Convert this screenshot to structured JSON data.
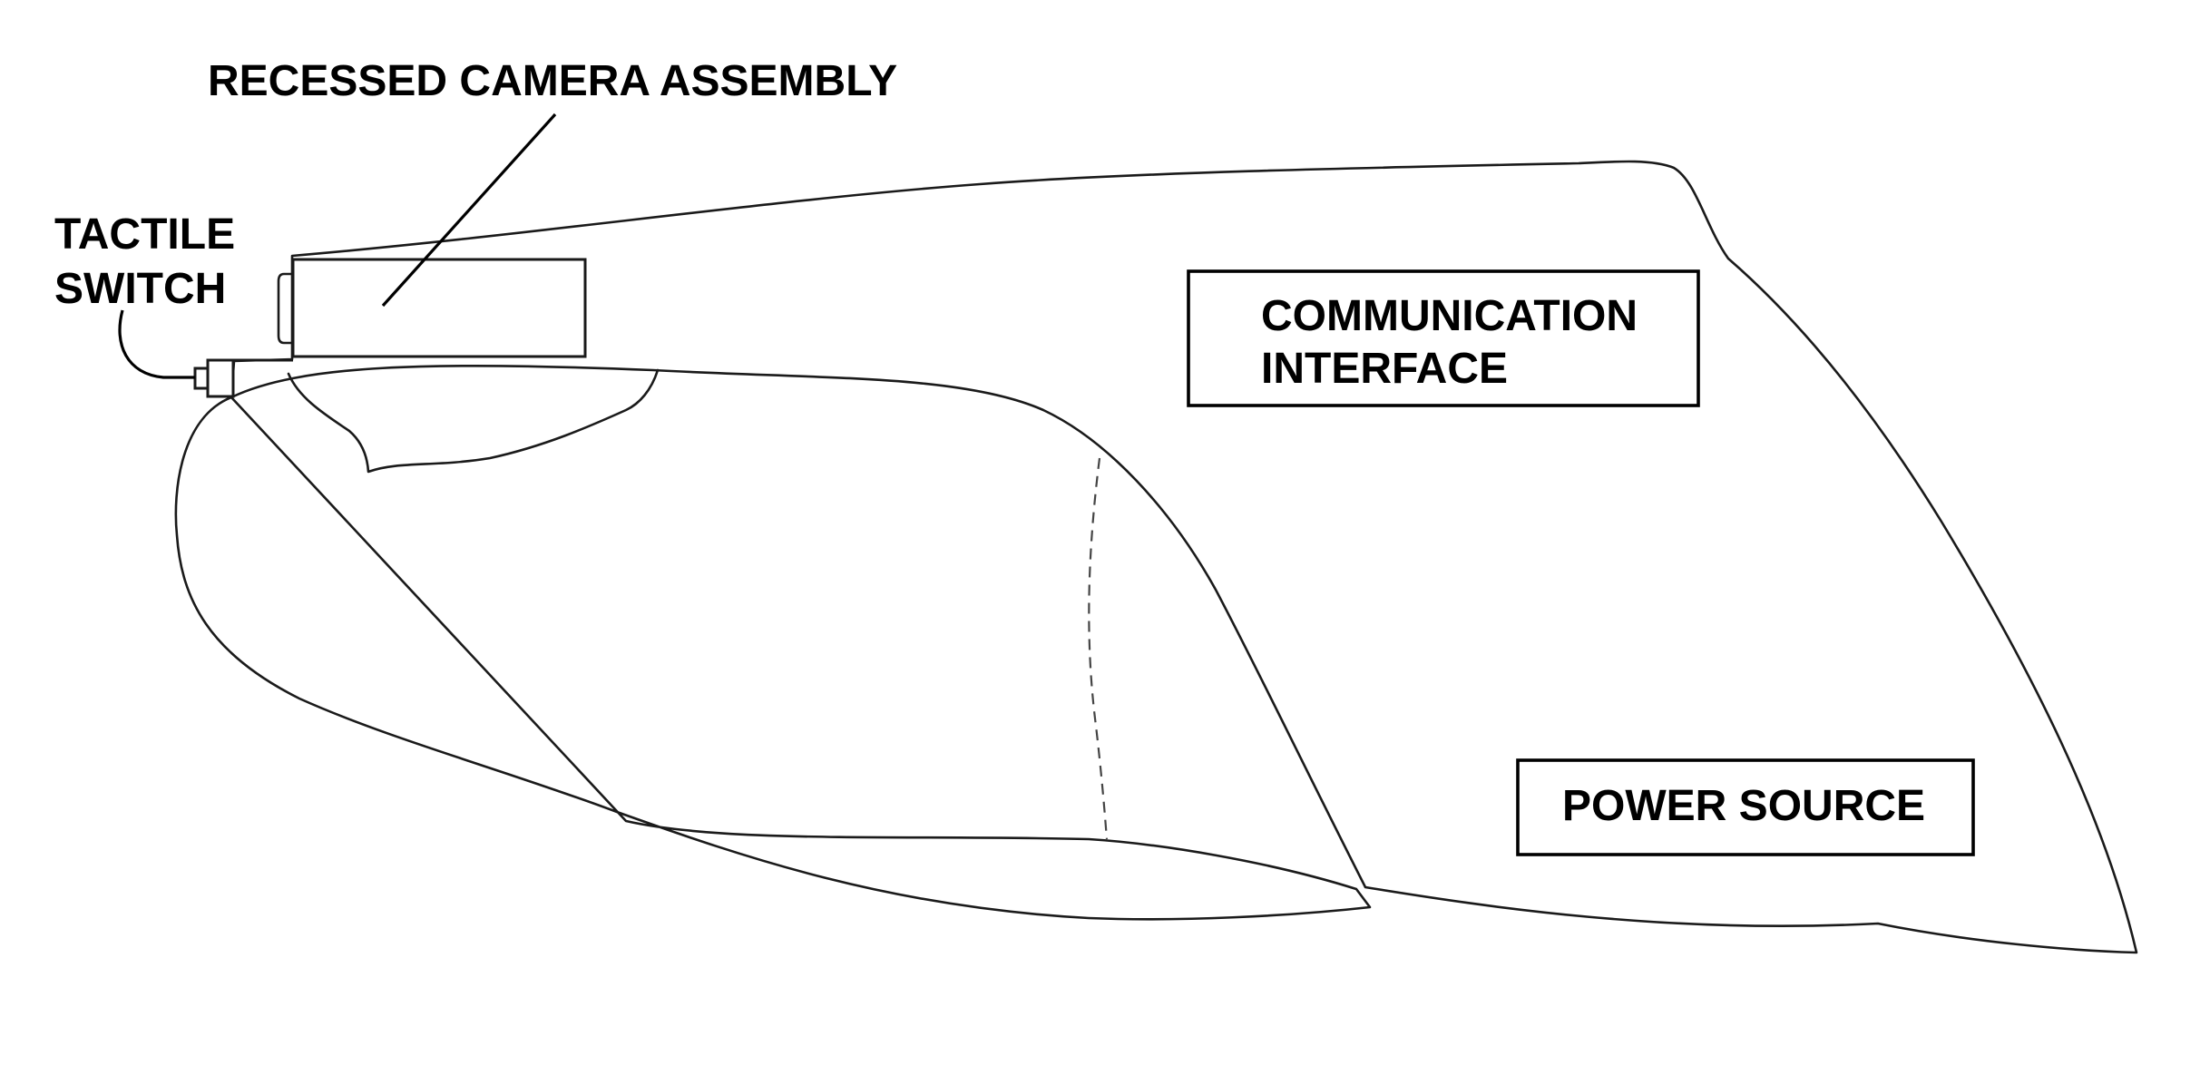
{
  "colors": {
    "device_fill": "#d6cfd0",
    "line": "#000000",
    "background": "#ffffff"
  },
  "labels": {
    "camera": "RECESSED CAMERA ASSEMBLY",
    "switch_line1": "TACTILE",
    "switch_line2": "SWITCH",
    "comm_line1": "COMMUNICATION",
    "comm_line2": "INTERFACE",
    "power": "POWER SOURCE"
  }
}
